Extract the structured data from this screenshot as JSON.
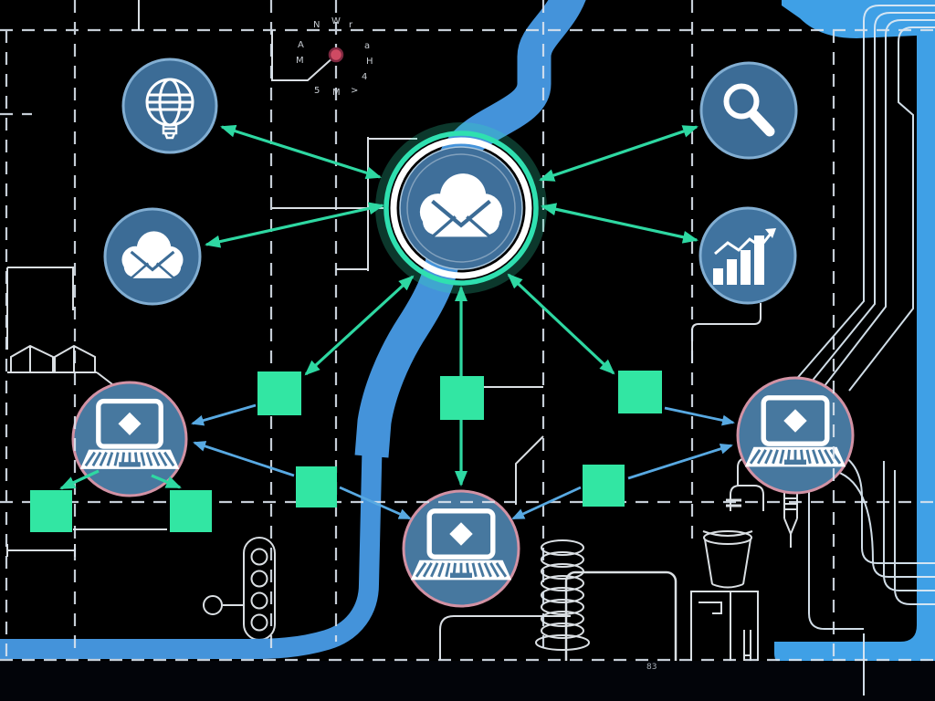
{
  "scene": {
    "title": "Cloud email hub network blueprint diagram",
    "hub": {
      "icon": "cloud-mail-icon"
    },
    "satellite_nodes": [
      {
        "id": "globe",
        "icon": "globe-bulb-icon"
      },
      {
        "id": "cloud-mail",
        "icon": "cloud-mail-icon"
      },
      {
        "id": "search",
        "icon": "magnifier-icon"
      },
      {
        "id": "analytics",
        "icon": "bar-chart-icon"
      },
      {
        "id": "laptop-left",
        "icon": "laptop-icon"
      },
      {
        "id": "laptop-center",
        "icon": "laptop-icon"
      },
      {
        "id": "laptop-right",
        "icon": "laptop-icon"
      }
    ],
    "green_squares_count": 7,
    "connections": {
      "green_double_arrows": [
        "hub-globe",
        "hub-cloud-mail",
        "hub-search",
        "hub-analytics",
        "hub-square-1",
        "hub-laptop-center",
        "hub-square-3"
      ],
      "green_single_arrows": [
        "laptop-left-square-6",
        "laptop-left-square-7"
      ],
      "blue_arrows": [
        "square-1-laptop-left",
        "square-4-laptop-left",
        "square-4-laptop-center",
        "square-5-laptop-center",
        "square-3-laptop-right",
        "square-5-laptop-right"
      ]
    }
  },
  "palette": {
    "background_top_left": "#b7c1cd",
    "background_mid": "#1b2940",
    "background_bottom": "#000000",
    "node_fill": "#3c6c96",
    "node_border": "#82aed2",
    "laptop_fill": "#47789f",
    "laptop_border": "#d292a4",
    "hub_ring_teal": "#2fe0b0",
    "hub_ring_white": "#ffffff",
    "square_green": "#32e6a3",
    "arrow_green": "#2ed8a2",
    "arrow_blue": "#58a9e2",
    "road_blue": "#4493da",
    "band_blue": "#3fa0e6",
    "dashed_line": "#dbe4ee",
    "blueprint_line": "#edf2f7",
    "compass_dot": "#cf4a63"
  },
  "compass": {
    "glyphs": [
      "W",
      "N",
      "r",
      "A",
      "a",
      "M",
      "H",
      "4",
      "5",
      "M",
      ">"
    ]
  },
  "annotations": {
    "monitor_label": "83"
  }
}
